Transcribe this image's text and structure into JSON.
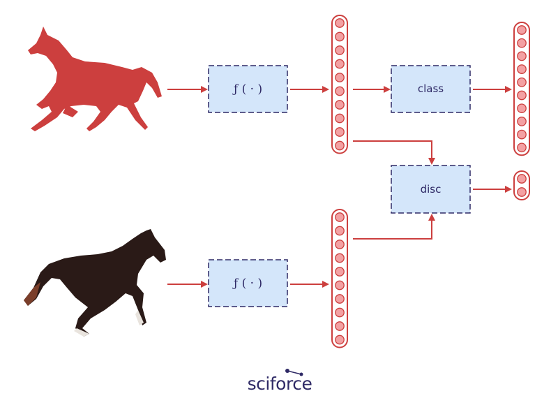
{
  "diagram": {
    "feature_fn_top": "ƒ ( · )",
    "feature_fn_bottom": "ƒ ( · )",
    "class_box": "class",
    "disc_box": "disc"
  },
  "images": {
    "top": "red-horse-silhouette",
    "bottom": "dark-horse-photo"
  },
  "brand": {
    "logo_text": "sciforce"
  },
  "colors": {
    "accent_red": "#cc3f3e",
    "box_fill": "#d4e6fa",
    "box_border": "#2f2a66",
    "node_fill": "#f3a1a3",
    "text": "#2f2a66"
  }
}
